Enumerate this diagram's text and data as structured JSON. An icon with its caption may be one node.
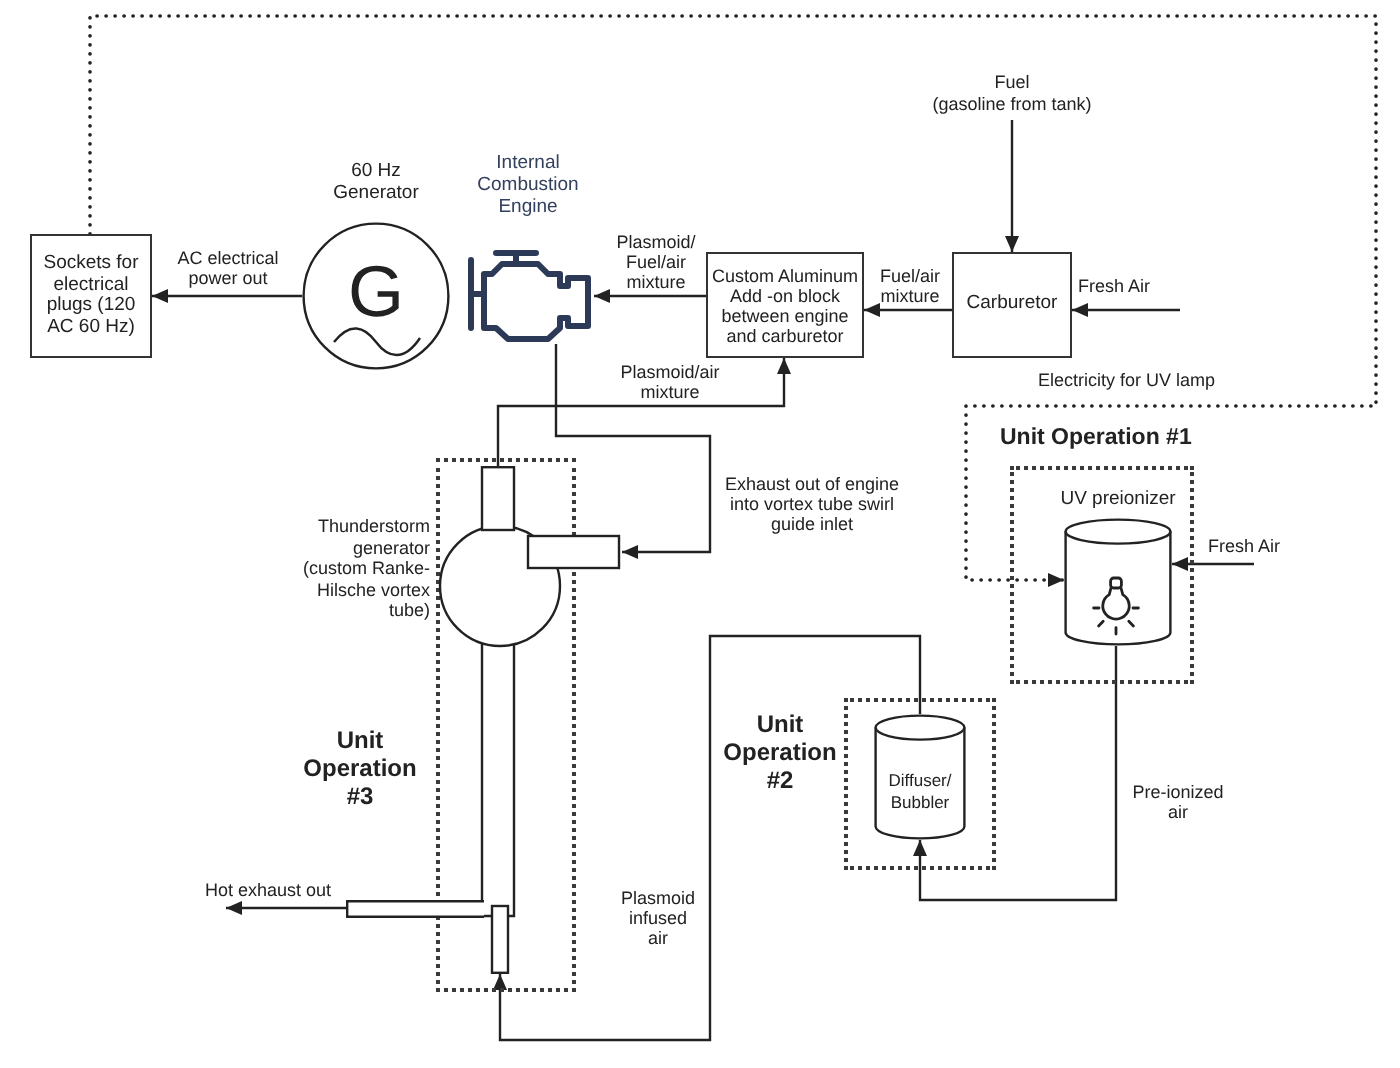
{
  "diagram": {
    "nodes": [
      {
        "text": [
          "Fuel",
          "(gasoline from tank)"
        ]
      },
      {
        "text": [
          "Sockets for electrical plugs (120 AC 60 Hz)"
        ]
      },
      {
        "text": [
          "60 Hz Generator",
          "G"
        ]
      },
      {
        "text": [
          "Internal Combustion Engine"
        ]
      },
      {
        "text": [
          "Custom Aluminum Add -on block between engine and carburetor"
        ]
      },
      {
        "text": [
          "Carburetor"
        ]
      },
      {
        "text": [
          "Unit Operation #1"
        ]
      },
      {
        "text": [
          "UV preionizer"
        ],
        "in": 6
      },
      {
        "text": [
          "Unit Operation #3"
        ]
      },
      {
        "text": [],
        "shape": "picture",
        "beside": [
          "Thunderstorm generator (custom Ranke-Hilsche vortex tube)"
        ]
      },
      {
        "text": [
          "Unit Operation #2"
        ]
      },
      {
        "text": [
          "Diffuser/ Bubbler"
        ],
        "in": 10
      },
      {
        "text": [],
        "shape": "bar"
      }
    ],
    "edges": [
      {
        "from": 2,
        "to": 1,
        "arrow": "to",
        "label": "AC electrical power out"
      },
      {
        "from": 4,
        "to": 3,
        "arrow": "to",
        "label": "Plasmoid/ Fuel/air mixture"
      },
      {
        "from": 5,
        "to": 4,
        "arrow": "to",
        "label": "Fuel/air mixture"
      },
      {
        "from": 0,
        "to": 5,
        "arrow": "to"
      },
      {
        "from": null,
        "to": 5,
        "arrow": "to",
        "label": "Fresh Air"
      },
      {
        "from": 9,
        "to": 4,
        "arrow": "to",
        "label": "Plasmoid/air mixture"
      },
      {
        "from": 3,
        "to": 9,
        "arrow": "to",
        "label": "Exhaust out of engine into vortex tube swirl guide inlet"
      },
      {
        "from": 1,
        "to": 7,
        "arrow": "to",
        "label": "Electricity for UV lamp",
        "style": "dashed"
      },
      {
        "from": null,
        "to": 7,
        "arrow": "to",
        "label": "Fresh Air"
      },
      {
        "from": 7,
        "to": 11,
        "arrow": "to",
        "label": "Pre-ionized air"
      },
      {
        "from": 11,
        "to": 9,
        "arrow": "to",
        "label": "Plasmoid infused air"
      },
      {
        "from": 12,
        "to": null,
        "arrow": "to",
        "label": "Hot exhaust out"
      }
    ]
  }
}
